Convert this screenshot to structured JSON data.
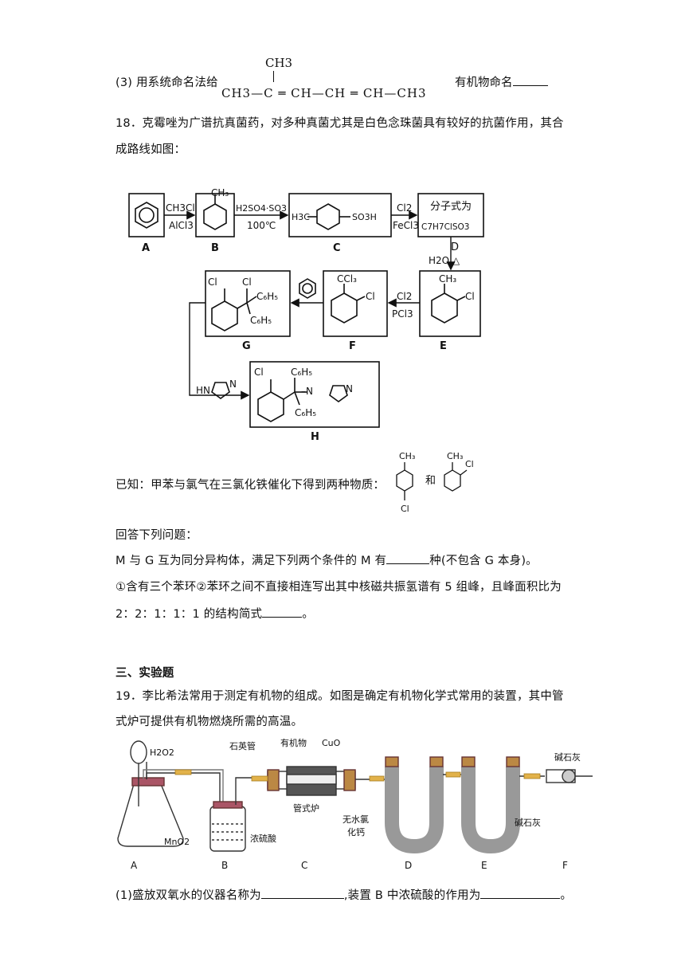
{
  "q3": {
    "prefix": "(3) 用系统命名法给",
    "suffix": "有机物命名",
    "struct_top": "CH3",
    "struct_main": "CH3—C ═ CH—CH ═ CH—CH3"
  },
  "q18": {
    "line1": "18．克霉唑为广谱抗真菌药，对多种真菌尤其是白色念珠菌具有较好的抗菌作用，其合",
    "line2": "成路线如图：",
    "known": "已知：甲苯与氯气在三氯化铁催化下得到两种物质：",
    "and": "和",
    "answer_intro": "回答下列问题：",
    "q_m": "M 与 G 互为同分异构体，满足下列两个条件的 M 有",
    "q_m_tail": "种(不包含 G 本身)。",
    "cond": "①含有三个苯环②苯环之间不直接相连写出其中核磁共振氢谱有 5 组峰，且峰面积比为",
    "ratio": "2：2：1：1：1 的结构简式",
    "ratio_tail": "。"
  },
  "scheme": {
    "labels": [
      "A",
      "B",
      "C",
      "D",
      "E",
      "F",
      "G",
      "H"
    ],
    "r1_top": "CH3Cl",
    "r1_bot": "AlCl3",
    "r2_top": "H2SO4·SO3",
    "r2_bot": "100℃",
    "r3_top": "Cl2",
    "r3_bot": "FeCl3",
    "d_line1": "分子式为",
    "d_line2": "C7H7ClSO3",
    "r4": "H2O △",
    "r5_top": "Cl2",
    "r5_bot": "PCl3",
    "c_left": "H3C",
    "c_right": "SO3H"
  },
  "section3": {
    "title": "三、实验题",
    "q19_line1": "19．李比希法常用于测定有机物的组成。如图是确定有机物化学式常用的装置，其中管",
    "q19_line2": "式炉可提供有机物燃烧所需的高温。",
    "q1": "(1)盛放双氧水的仪器名称为",
    "q1_mid": ",装置 B 中浓硫酸的作用为",
    "q1_end": "。"
  },
  "apparatus": {
    "h2o2": "H2O2",
    "mno2": "MnO2",
    "quartz": "石英管",
    "organic": "有机物",
    "cuo": "CuO",
    "furnace": "管式炉",
    "conc_h2so4": "浓硫酸",
    "cacl2_1": "无水氯",
    "cacl2_2": "化钙",
    "soda_lime_e": "碱石灰",
    "soda_lime_f": "碱石灰",
    "labels": [
      "A",
      "B",
      "C",
      "D",
      "E",
      "F"
    ]
  }
}
